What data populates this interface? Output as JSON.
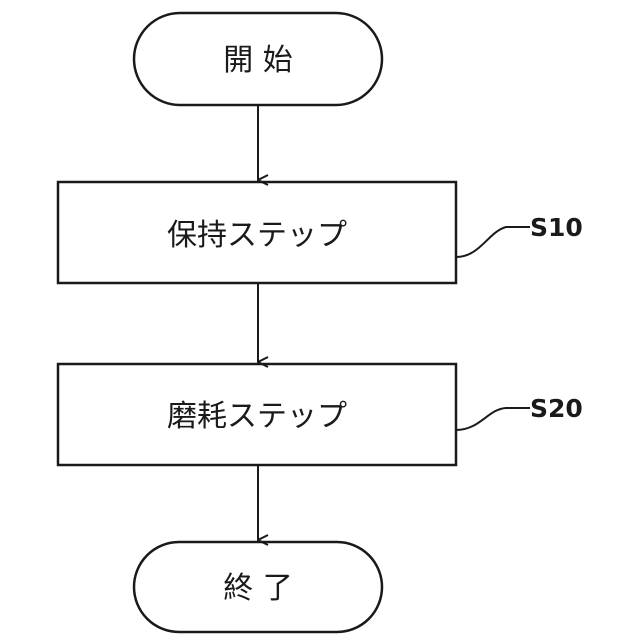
{
  "flowchart": {
    "start": {
      "label": "開 始"
    },
    "steps": [
      {
        "label": "保持ステップ",
        "step_id": "S10"
      },
      {
        "label": "磨耗ステップ",
        "step_id": "S20"
      }
    ],
    "end": {
      "label": "終 了"
    }
  }
}
